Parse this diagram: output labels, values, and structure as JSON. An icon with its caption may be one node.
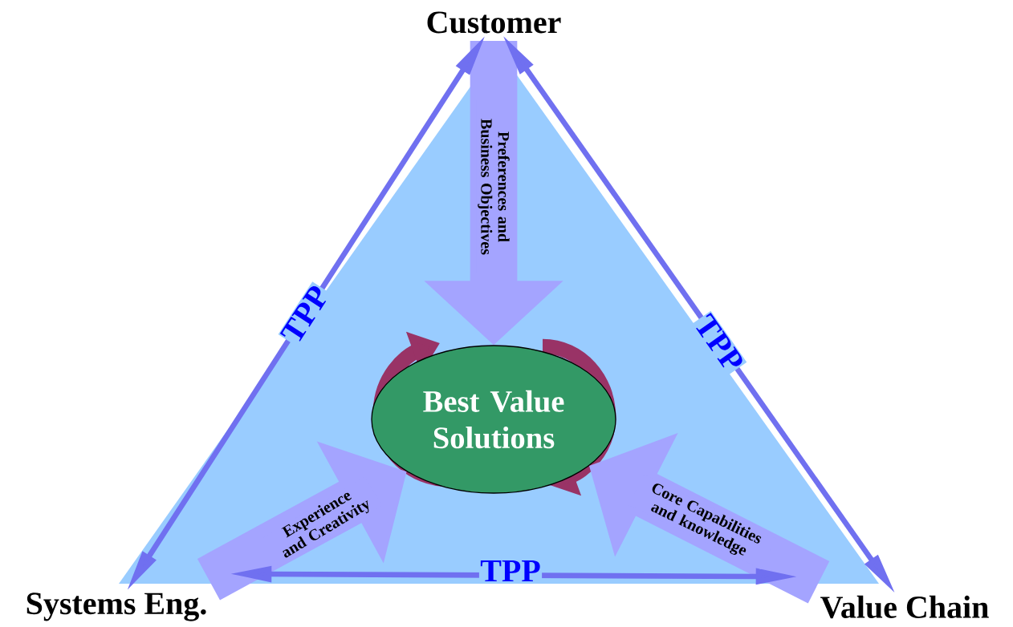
{
  "diagram": {
    "nodes": [
      {
        "text": [
          "Customer"
        ]
      },
      {
        "text": [
          "Systems Eng."
        ]
      },
      {
        "text": [
          "Value Chain"
        ]
      },
      {
        "text": [
          "Best Value Solutions"
        ]
      }
    ],
    "edges": [
      {
        "from": 0,
        "to": 3,
        "arrow": "to",
        "label": "Preferences and Business Objectives",
        "style": "thick"
      },
      {
        "from": 1,
        "to": 3,
        "arrow": "to",
        "label": "Experience and Creativity",
        "style": "thick"
      },
      {
        "from": 2,
        "to": 3,
        "arrow": "to",
        "label": "Core Capabilities and knowledge",
        "style": "thick"
      },
      {
        "from": 0,
        "to": 1,
        "arrow": "both",
        "label": "TPP"
      },
      {
        "from": 0,
        "to": 2,
        "arrow": "both",
        "label": "TPP"
      },
      {
        "from": 1,
        "to": 2,
        "arrow": "both",
        "label": "TPP"
      }
    ]
  }
}
